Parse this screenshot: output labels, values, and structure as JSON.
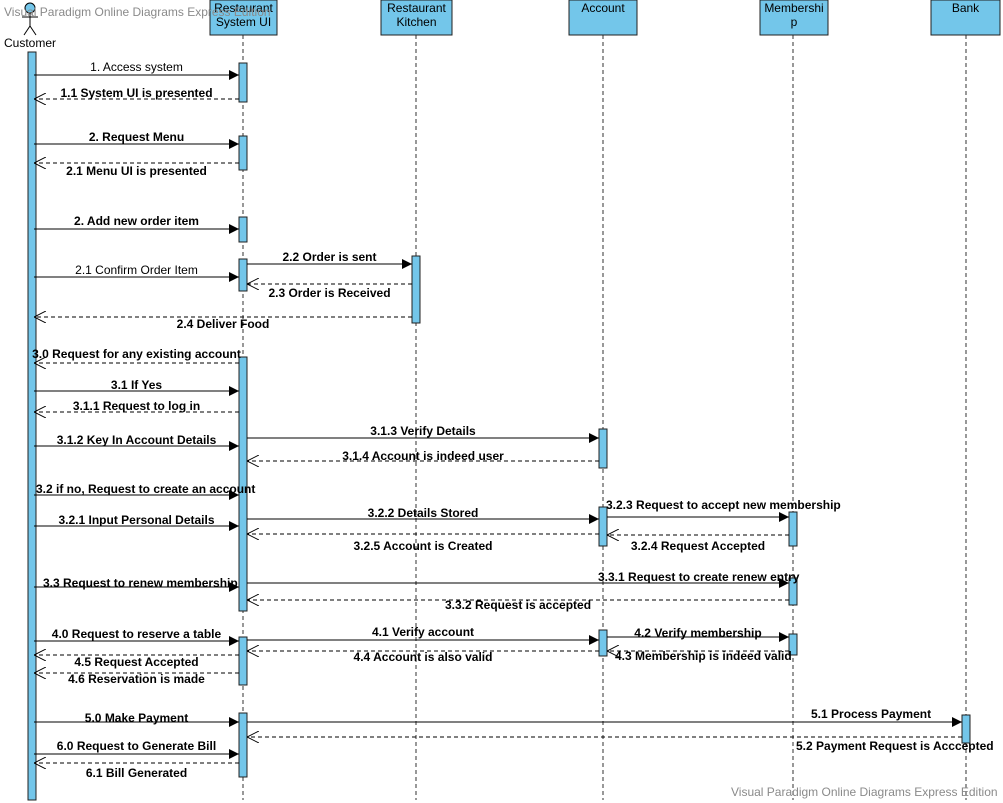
{
  "watermark_top": "Visual Paradigm Online Diagrams Express Edition",
  "watermark_bottom": "Visual Paradigm Online Diagrams Express Edition",
  "colors": {
    "lifeline_fill": "#73c6ea",
    "lifeline_stroke": "#202020",
    "line": "#000000"
  },
  "actor": {
    "label": "Customer",
    "icon": "stick-figure-actor-icon"
  },
  "participants": [
    {
      "label": [
        "Restaurant",
        "System UI"
      ]
    },
    {
      "label": [
        "Restaurant",
        "Kitchen"
      ]
    },
    {
      "label": [
        "Account"
      ]
    },
    {
      "label": [
        "Membershi",
        "p"
      ]
    },
    {
      "label": [
        "Bank"
      ]
    }
  ],
  "messages": [
    {
      "from": 0,
      "to": 1,
      "label": "1. Access system",
      "kind": "sync",
      "bold": false
    },
    {
      "from": 1,
      "to": 0,
      "label": "1.1 System UI is presented",
      "kind": "return",
      "bold": true
    },
    {
      "from": 0,
      "to": 1,
      "label": "2. Request Menu",
      "kind": "sync",
      "bold": true
    },
    {
      "from": 1,
      "to": 0,
      "label": "2.1 Menu UI is presented",
      "kind": "return",
      "bold": true
    },
    {
      "from": 0,
      "to": 1,
      "label": "2. Add new order item",
      "kind": "sync",
      "bold": true
    },
    {
      "from": 0,
      "to": 1,
      "label": "2.1 Confirm Order Item",
      "kind": "sync",
      "bold": false
    },
    {
      "from": 1,
      "to": 2,
      "label": "2.2 Order is sent",
      "kind": "sync",
      "bold": true
    },
    {
      "from": 2,
      "to": 1,
      "label": "2.3 Order is Received",
      "kind": "return",
      "bold": true
    },
    {
      "from": 2,
      "to": 0,
      "label": "2.4 Deliver Food",
      "kind": "return",
      "bold": true
    },
    {
      "from": 1,
      "to": 0,
      "label": "3.0 Request for any existing account",
      "kind": "return",
      "bold": true
    },
    {
      "from": 0,
      "to": 1,
      "label": "3.1 If Yes",
      "kind": "sync",
      "bold": true
    },
    {
      "from": 1,
      "to": 0,
      "label": "3.1.1 Request to log in",
      "kind": "return",
      "bold": true
    },
    {
      "from": 0,
      "to": 1,
      "label": "3.1.2 Key In Account Details",
      "kind": "sync",
      "bold": true
    },
    {
      "from": 1,
      "to": 3,
      "label": "3.1.3 Verify Details",
      "kind": "sync",
      "bold": true
    },
    {
      "from": 3,
      "to": 1,
      "label": "3.1.4 Account is indeed user",
      "kind": "return",
      "bold": true
    },
    {
      "from": 0,
      "to": 1,
      "label": "3.2 if no, Request to create an account",
      "kind": "sync",
      "bold": true
    },
    {
      "from": 0,
      "to": 1,
      "label": "3.2.1 Input Personal Details",
      "kind": "sync",
      "bold": true
    },
    {
      "from": 1,
      "to": 3,
      "label": "3.2.2 Details Stored",
      "kind": "sync",
      "bold": true
    },
    {
      "from": 3,
      "to": 4,
      "label": "3.2.3 Request to accept new  membership",
      "kind": "sync",
      "bold": true
    },
    {
      "from": 4,
      "to": 3,
      "label": "3.2.4 Request Accepted",
      "kind": "return",
      "bold": true
    },
    {
      "from": 3,
      "to": 1,
      "label": "3.2.5 Account is Created",
      "kind": "return",
      "bold": true
    },
    {
      "from": 0,
      "to": 1,
      "label": "3.3 Request to renew membership",
      "kind": "sync",
      "bold": true
    },
    {
      "from": 1,
      "to": 4,
      "label": "3.3.1 Request to create renew entry",
      "kind": "sync",
      "bold": true
    },
    {
      "from": 4,
      "to": 1,
      "label": "3.3.2 Request is accepted",
      "kind": "return",
      "bold": true
    },
    {
      "from": 0,
      "to": 1,
      "label": "4.0 Request to reserve a table",
      "kind": "sync",
      "bold": true
    },
    {
      "from": 1,
      "to": 3,
      "label": "4.1 Verify account",
      "kind": "sync",
      "bold": true
    },
    {
      "from": 3,
      "to": 4,
      "label": "4.2 Verify membership",
      "kind": "sync",
      "bold": true
    },
    {
      "from": 4,
      "to": 3,
      "label": "4.3 Membership is indeed valid",
      "kind": "return",
      "bold": true
    },
    {
      "from": 3,
      "to": 1,
      "label": "4.4 Account is also valid",
      "kind": "return",
      "bold": true
    },
    {
      "from": 1,
      "to": 0,
      "label": "4.5 Request Accepted",
      "kind": "return",
      "bold": true
    },
    {
      "from": 1,
      "to": 0,
      "label": "4.6 Reservation is made",
      "kind": "return",
      "bold": true
    },
    {
      "from": 0,
      "to": 1,
      "label": "5.0 Make Payment",
      "kind": "sync",
      "bold": true
    },
    {
      "from": 1,
      "to": 5,
      "label": "5.1 Process Payment",
      "kind": "sync",
      "bold": true
    },
    {
      "from": 5,
      "to": 1,
      "label": "5.2 Payment Request is Acccepted",
      "kind": "return",
      "bold": true
    },
    {
      "from": 0,
      "to": 1,
      "label": "6.0 Request to Generate Bill",
      "kind": "sync",
      "bold": true
    },
    {
      "from": 1,
      "to": 0,
      "label": "6.1 Bill Generated",
      "kind": "return",
      "bold": true
    }
  ]
}
